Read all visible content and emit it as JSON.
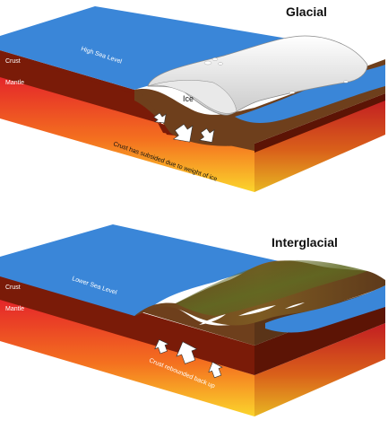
{
  "glacial": {
    "title": "Glacial",
    "crust_label": "Crust",
    "mantle_label": "Mantle",
    "sea_level_label": "High Sea Level",
    "ice_label": "Ice",
    "caption": "Crust has subsided due to weight of ice"
  },
  "interglacial": {
    "title": "Interglacial",
    "crust_label": "Crust",
    "mantle_label": "Mantle",
    "sea_level_label": "Lower Sea Level",
    "caption": "Crust rebounded back up"
  },
  "colors": {
    "sea": "#3a86d8",
    "crust": "#7a1b08",
    "mantle_top": "#e8282a",
    "mantle_bottom": "#fbd22c",
    "ice": "#f2f2f2",
    "land": "#6e3f1c"
  }
}
